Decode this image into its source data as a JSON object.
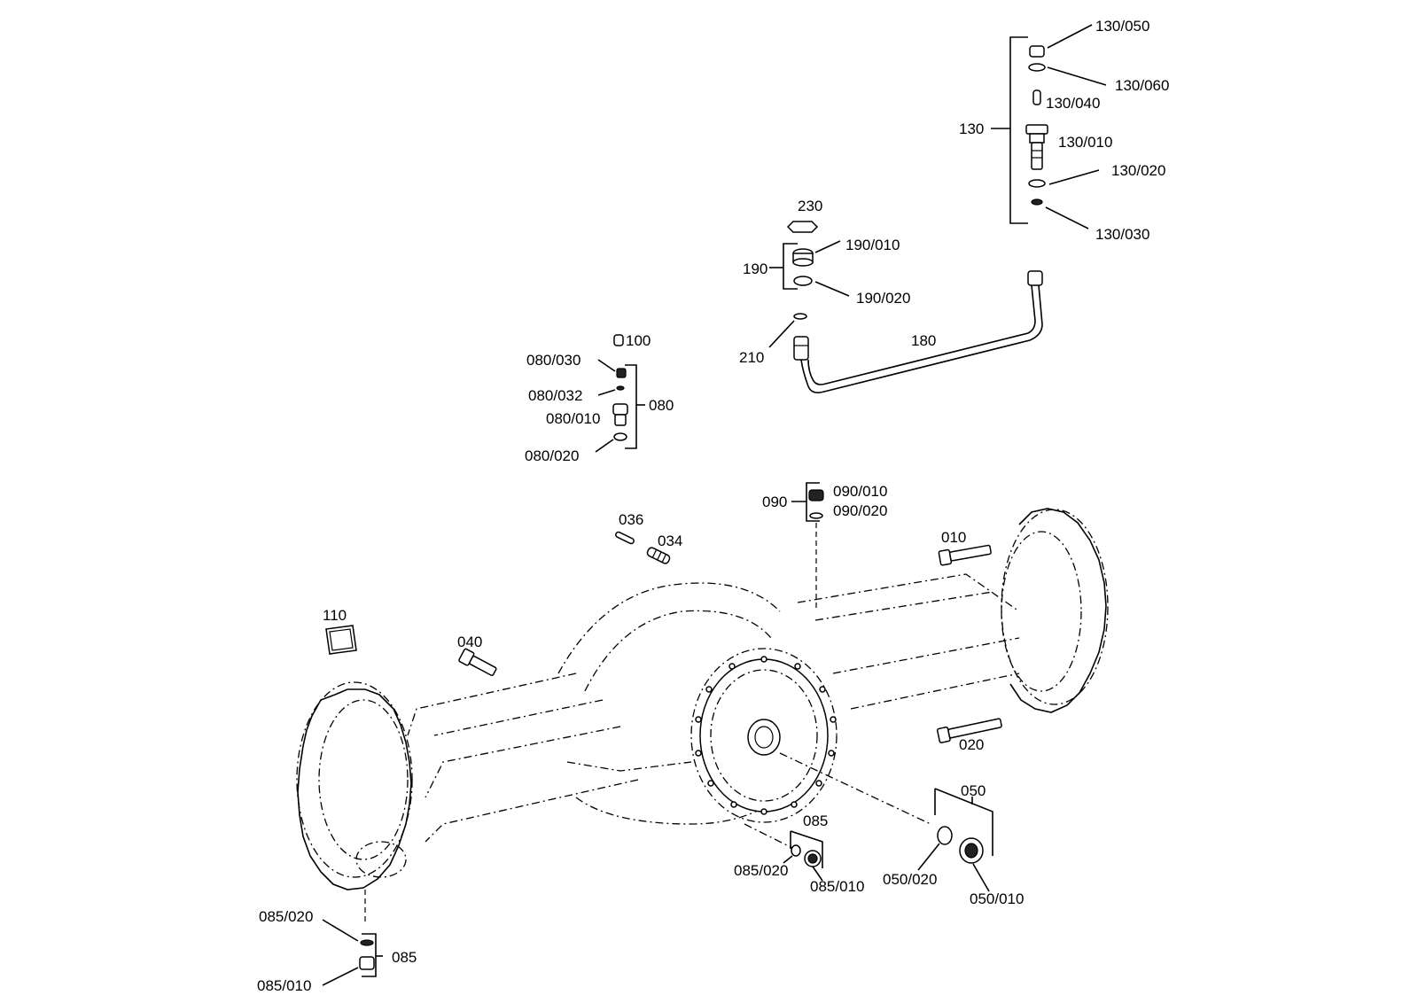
{
  "labels": {
    "l130_050": "130/050",
    "l130_060": "130/060",
    "l130_040": "130/040",
    "l130": "130",
    "l130_010": "130/010",
    "l130_020": "130/020",
    "l130_030": "130/030",
    "l230": "230",
    "l190_010": "190/010",
    "l190": "190",
    "l190_020": "190/020",
    "l210": "210",
    "l180": "180",
    "l100": "100",
    "l080_030": "080/030",
    "l080_032": "080/032",
    "l080": "080",
    "l080_010": "080/010",
    "l080_020": "080/020",
    "l090": "090",
    "l090_010": "090/010",
    "l090_020": "090/020",
    "l036": "036",
    "l034": "034",
    "l010": "010",
    "l110": "110",
    "l040": "040",
    "l020": "020",
    "l050": "050",
    "l085": "085",
    "l085_020": "085/020",
    "l085_010": "085/010",
    "l050_020": "050/020",
    "l050_010": "050/010",
    "l085_020b": "085/020",
    "l085b": "085",
    "l085_010b": "085/010"
  },
  "colors": {
    "line": "#000000",
    "background": "#ffffff"
  }
}
